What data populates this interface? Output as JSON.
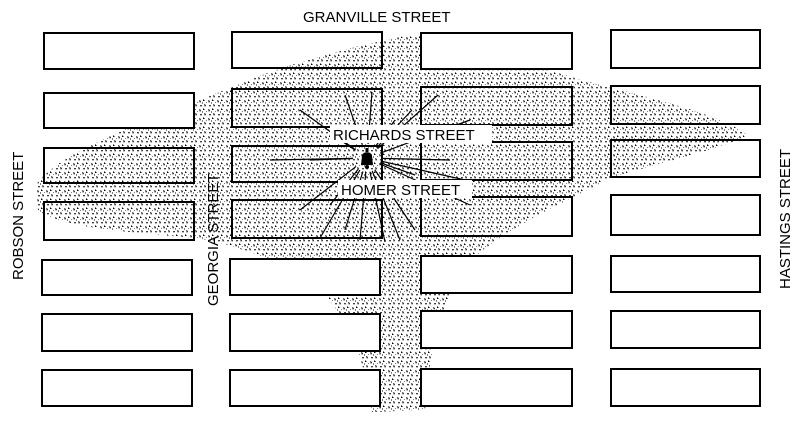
{
  "streets": {
    "top": "GRANVILLE STREET",
    "center_upper": "RICHARDS STREET",
    "center_lower": "HOMER STREET",
    "left": "ROBSON STREET",
    "left_inner": "GEORGIA STREET",
    "right": "HASTINGS STREET"
  },
  "icons": {
    "source": "bell-icon"
  },
  "colors": {
    "ink": "#000000",
    "background": "#ffffff"
  }
}
